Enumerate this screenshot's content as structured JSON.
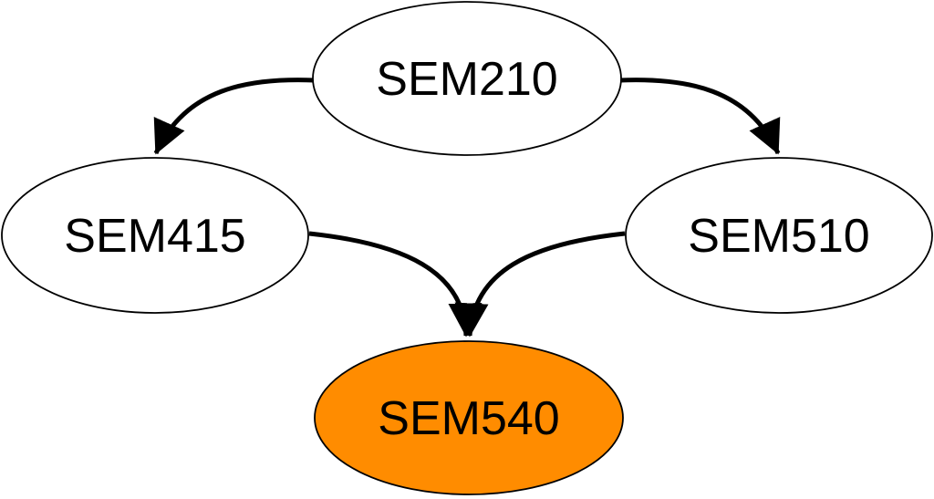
{
  "diagram": {
    "description": "Course prerequisite graph",
    "background_color": "#ffffff",
    "edge_color": "#000000",
    "node_border_color": "#000000",
    "text_color": "#000000",
    "highlight_color": "#ff8c00",
    "nodes": [
      {
        "id": "SEM210",
        "label": "SEM210",
        "fill": "#ffffff"
      },
      {
        "id": "SEM415",
        "label": "SEM415",
        "fill": "#ffffff"
      },
      {
        "id": "SEM510",
        "label": "SEM510",
        "fill": "#ffffff"
      },
      {
        "id": "SEM540",
        "label": "SEM540",
        "fill": "#ff8c00"
      }
    ],
    "edges": [
      {
        "from": "SEM210",
        "to": "SEM415"
      },
      {
        "from": "SEM210",
        "to": "SEM510"
      },
      {
        "from": "SEM415",
        "to": "SEM540"
      },
      {
        "from": "SEM510",
        "to": "SEM540"
      }
    ]
  }
}
